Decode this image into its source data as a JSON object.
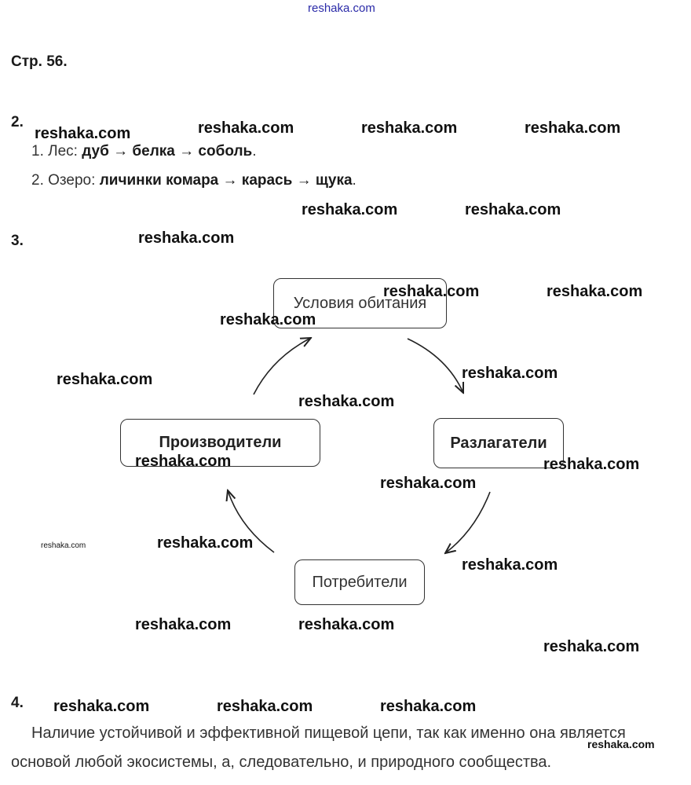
{
  "header": {
    "site": "reshaka.com"
  },
  "page_ref": "Стр. 56.",
  "q2": {
    "number": "2.",
    "items": [
      {
        "num": "1.",
        "prefix": "Лес:",
        "chain": "дуб → белка → соболь",
        "end": "."
      },
      {
        "num": "2.",
        "prefix": "Озеро:",
        "chain": "личинки комара → карась → щука",
        "end": "."
      }
    ]
  },
  "q3": {
    "number": "3.",
    "diagram": {
      "top": "Условия обитания",
      "left": "Производители",
      "right": "Разлагатели",
      "bottom": "Потребители"
    }
  },
  "q4": {
    "number": "4.",
    "line1": "Наличие устойчивой и эффективной пищевой цепи, так как именно она является",
    "line2": "основой любой экосистемы, а, следовательно, и природного сообщества."
  },
  "watermark": "reshaka.com"
}
